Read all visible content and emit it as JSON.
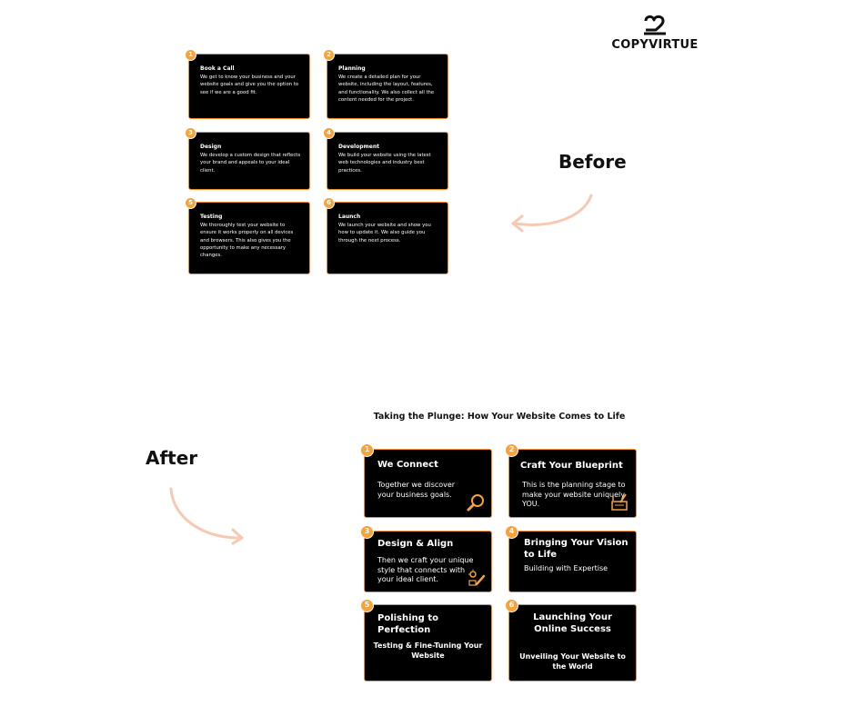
{
  "logo": {
    "text": "COPYVIRTUE"
  },
  "labels": {
    "before": "Before",
    "after": "After"
  },
  "before_cards": [
    {
      "number": "1",
      "title": "Book a Call",
      "body": "We get to know your business and your website goals and give you the option to see if we are a good fit."
    },
    {
      "number": "2",
      "title": "Planning",
      "body": "We create a detailed plan for your website, including the layout, features, and functionality. We also collect all the content needed for the project."
    },
    {
      "number": "3",
      "title": "Design",
      "body": "We develop a custom design that reflects your brand and appeals to your ideal client."
    },
    {
      "number": "4",
      "title": "Development",
      "body": "We build your website using the latest web technologies and industry best practices."
    },
    {
      "number": "5",
      "title": "Testing",
      "body": "We thoroughly test your website to ensure it works properly on all devices and browsers. This also gives you the opportunity to make any necessary changes."
    },
    {
      "number": "6",
      "title": "Launch",
      "body": "We launch your website and show you how to update it. We also guide you through the next process."
    }
  ],
  "after": {
    "heading": "Taking the Plunge: How Your Website Comes to Life",
    "cards": [
      {
        "number": "1",
        "title": "We Connect",
        "body": "Together we discover your business goals.",
        "icon": "magnifier-icon"
      },
      {
        "number": "2",
        "title": "Craft Your Blueprint",
        "body": "This is the planning stage to make your website uniquely YOU.",
        "icon": "blueprint-icon"
      },
      {
        "number": "3",
        "title": "Design  & Align",
        "body": "Then we craft your unique style that connects with your ideal client.",
        "icon": "design-pencil-icon"
      },
      {
        "number": "4",
        "title": "Bringing Your Vision to Life",
        "body": "Building with Expertise"
      },
      {
        "number": "5",
        "title": "Polishing to Perfection",
        "body": "Testing & Fine-Tuning Your Website"
      },
      {
        "number": "6",
        "title": "Launching Your Online Success",
        "body": "Unveiling Your Website to the World"
      }
    ]
  },
  "colors": {
    "accent": "#f28a2e",
    "badge": "#f7a23a",
    "card_bg": "#000000",
    "arrow": "#f7c9b3"
  }
}
